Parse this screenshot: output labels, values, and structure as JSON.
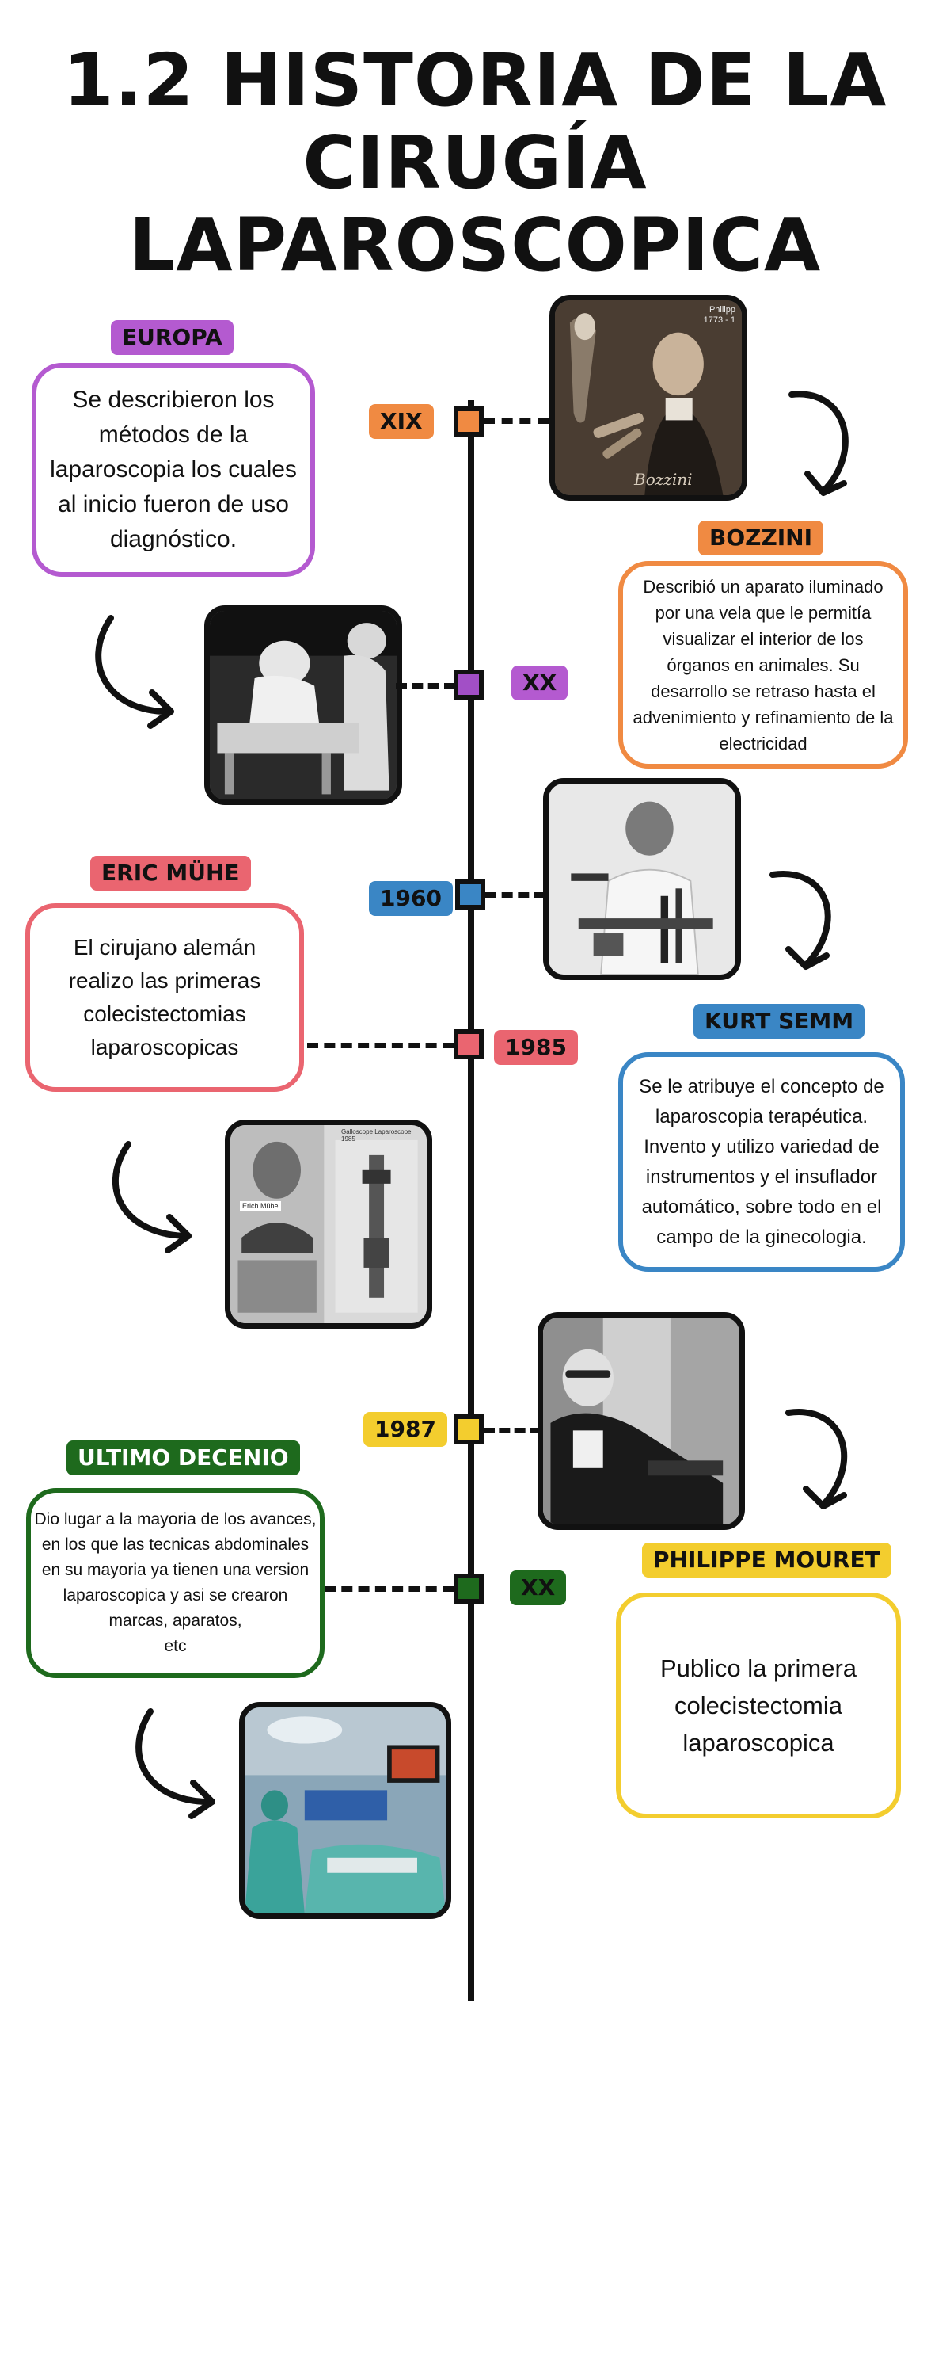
{
  "title": {
    "line1": "1.2 HISTORIA DE LA",
    "line2": "CIRUGÍA LAPAROSCOPICA"
  },
  "colors": {
    "purple": "#a24fc6",
    "purple_light": "#b45ad0",
    "orange": "#f08a42",
    "blue": "#3a86c5",
    "red": "#ea6570",
    "yellow": "#f3cd2e",
    "green": "#1e6a1d"
  },
  "events": [
    {
      "era": "XIX",
      "heading": "BOZZINI",
      "text": "Describió un aparato iluminado por una vela que le permitía visualizar el interior de los órganos en animales. Su desarrollo se retraso hasta el advenimiento y refinamiento de la electricidad",
      "photo_caption": "Philipp\n1773 - 1",
      "photo_signature": "Bozzini"
    },
    {
      "era": "XX",
      "heading": "EUROPA",
      "text": "Se describieron los métodos de la laparoscopia los cuales al inicio fueron de uso diagnóstico."
    },
    {
      "era": "1960",
      "heading": "KURT SEMM",
      "text": "Se le atribuye el concepto de laparoscopia terapéutica. Invento y utilizo variedad de instrumentos y el insuflador automático, sobre todo en el campo de la ginecologia."
    },
    {
      "era": "1985",
      "heading": "ERIC MÜHE",
      "text": "El cirujano alemán realizo las primeras colecistectomias laparoscopicas",
      "photo_caption_1": "Erich Mühe",
      "photo_caption_2": "Galloscope Laparoscope 1985"
    },
    {
      "era": "1987",
      "heading": "PHILIPPE MOURET",
      "text": "Publico la primera colecistectomia laparoscopica"
    },
    {
      "era": "XX",
      "heading": "ULTIMO DECENIO",
      "text": "Dio lugar a la mayoria de los avances, en los que las tecnicas abdominales en su mayoria ya tienen una version laparoscopica y asi se crearon marcas, aparatos,\netc"
    }
  ]
}
